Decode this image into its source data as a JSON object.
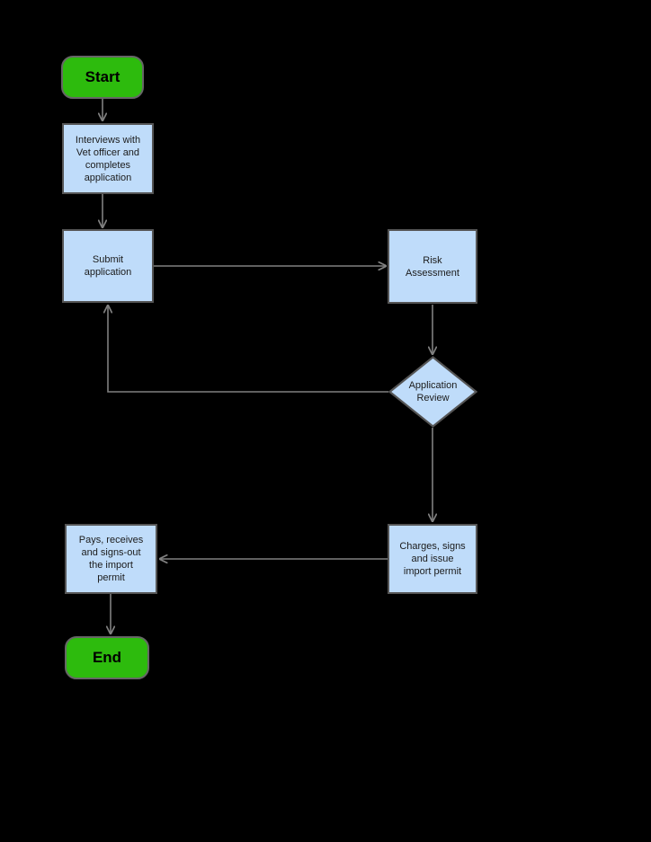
{
  "diagram": {
    "type": "flowchart",
    "orientation": "top-to-bottom",
    "background_color": "#000000",
    "colors": {
      "process_fill": "#bfdcfa",
      "process_stroke": "#555555",
      "terminator_fill": "#2dbb0d",
      "terminator_stroke": "#666666",
      "connector_stroke": "#808080",
      "process_text": "#1b1b1b",
      "terminator_text": "#000000"
    },
    "nodes": [
      {
        "id": "start",
        "shape": "terminator",
        "label": "Start"
      },
      {
        "id": "interviews",
        "shape": "process",
        "label": "Interviews with\nVet officer and\ncompletes\napplication"
      },
      {
        "id": "submit",
        "shape": "process",
        "label": "Submit\napplication"
      },
      {
        "id": "risk",
        "shape": "process",
        "label": "Risk\nAssessment"
      },
      {
        "id": "review",
        "shape": "decision",
        "label": "Application\nReview"
      },
      {
        "id": "charges",
        "shape": "process",
        "label": "Charges, signs\nand issue\nimport permit"
      },
      {
        "id": "pays",
        "shape": "process",
        "label": "Pays, receives\nand signs-out\nthe import\npermit"
      },
      {
        "id": "end",
        "shape": "terminator",
        "label": "End"
      }
    ],
    "edges": [
      {
        "id": "edge-start-interviews",
        "from": "start",
        "to": "interviews",
        "label": ""
      },
      {
        "id": "edge-interviews-submit",
        "from": "interviews",
        "to": "submit",
        "label": ""
      },
      {
        "id": "edge-submit-risk",
        "from": "submit",
        "to": "risk",
        "label": ""
      },
      {
        "id": "edge-risk-review",
        "from": "risk",
        "to": "review",
        "label": ""
      },
      {
        "id": "edge-review-submit",
        "from": "review",
        "to": "submit",
        "label": ""
      },
      {
        "id": "edge-review-charges",
        "from": "review",
        "to": "charges",
        "label": ""
      },
      {
        "id": "edge-charges-pays",
        "from": "charges",
        "to": "pays",
        "label": ""
      },
      {
        "id": "edge-pays-end",
        "from": "pays",
        "to": "end",
        "label": ""
      }
    ]
  }
}
